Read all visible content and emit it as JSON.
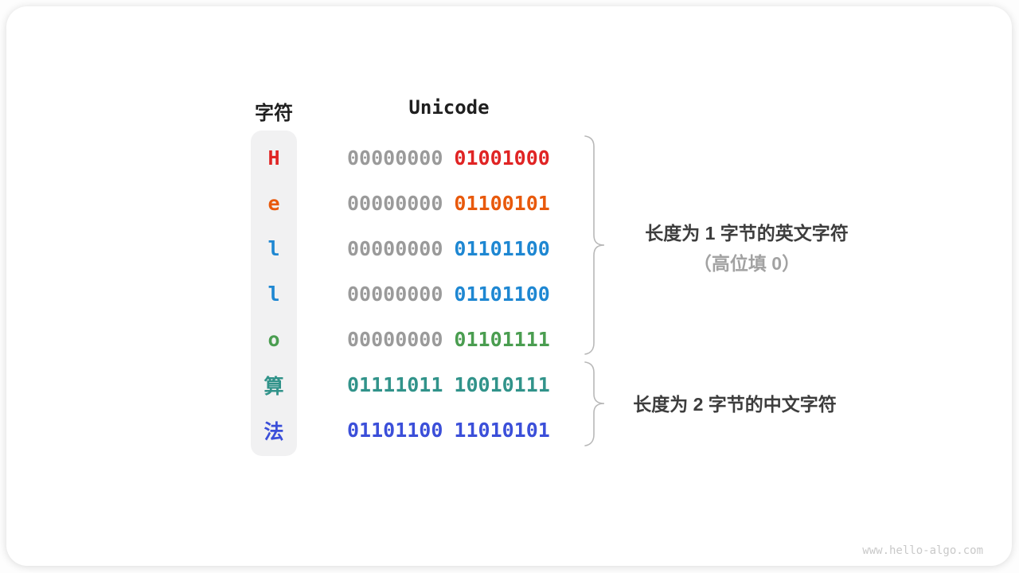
{
  "diagram": {
    "headers": {
      "char": "字符",
      "unicode": "Unicode"
    },
    "rows": [
      {
        "char": "H",
        "byte1": "00000000",
        "byte2": "01001000",
        "color": "#e02424",
        "byte1_color": "#9a9a9a"
      },
      {
        "char": "e",
        "byte1": "00000000",
        "byte2": "01100101",
        "color": "#e8590c",
        "byte1_color": "#9a9a9a"
      },
      {
        "char": "l",
        "byte1": "00000000",
        "byte2": "01101100",
        "color": "#1e87d2",
        "byte1_color": "#9a9a9a"
      },
      {
        "char": "l",
        "byte1": "00000000",
        "byte2": "01101100",
        "color": "#1e87d2",
        "byte1_color": "#9a9a9a"
      },
      {
        "char": "o",
        "byte1": "00000000",
        "byte2": "01101111",
        "color": "#4a9d50",
        "byte1_color": "#9a9a9a"
      },
      {
        "char": "算",
        "byte1": "01111011",
        "byte2": "10010111",
        "color": "#31938a",
        "byte1_color": "#31938a"
      },
      {
        "char": "法",
        "byte1": "01101100",
        "byte2": "11010101",
        "color": "#3b4fd9",
        "byte1_color": "#3b4fd9"
      }
    ],
    "annotations": [
      {
        "lines": [
          "长度为 1 字节的英文字符",
          "（高位填 0）"
        ]
      },
      {
        "lines": [
          "长度为 2 字节的中文字符"
        ]
      }
    ],
    "watermark": "www.hello-algo.com",
    "colors": {
      "gray_byte": "#9a9a9a",
      "brace": "#b8b8b8",
      "label_dark": "#3d3d3d",
      "label_gray": "#a2a2a2",
      "char_column_bg": "#f1f1f2"
    }
  }
}
